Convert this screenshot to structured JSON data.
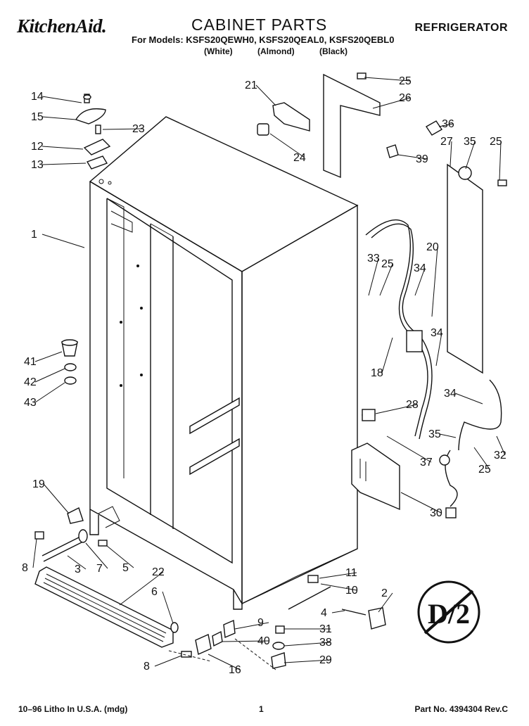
{
  "header": {
    "brand": "KitchenAid.",
    "title": "CABINET PARTS",
    "category": "REFRIGERATOR",
    "models": "For Models: KSFS20QEWH0, KSFS20QEAL0, KSFS20QEBL0",
    "colors": [
      "(White)",
      "(Almond)",
      "(Black)"
    ]
  },
  "callouts": [
    "1",
    "2",
    "3",
    "4",
    "5",
    "6",
    "7",
    "8",
    "8",
    "9",
    "10",
    "11",
    "12",
    "13",
    "14",
    "15",
    "16",
    "18",
    "19",
    "20",
    "21",
    "22",
    "23",
    "24",
    "25",
    "25",
    "25",
    "25",
    "26",
    "27",
    "28",
    "29",
    "30",
    "31",
    "32",
    "33",
    "34",
    "34",
    "34",
    "35",
    "35",
    "36",
    "37",
    "38",
    "39",
    "40",
    "41",
    "42",
    "43"
  ],
  "seal": {
    "text": "D/2"
  },
  "footer": {
    "left": "10–96 Litho In U.S.A. (mdg)",
    "center": "1",
    "right": "Part No. 4394304 Rev.C"
  }
}
